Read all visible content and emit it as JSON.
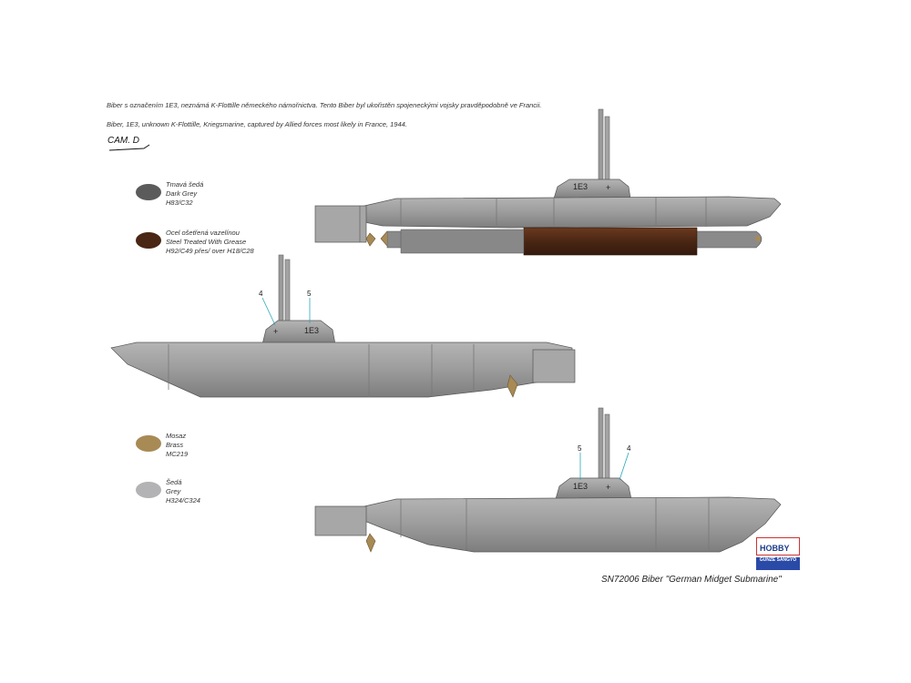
{
  "captions": {
    "czech": "Biber s označením 1E3, neznámá K-Flottille německého námořnictva. Tento Biber byl ukořistěn spojeneckými vojsky pravděpodobně ve Francii.",
    "english": "Biber, 1E3, unknown K-Flottille, Kriegsmarine, captured by Allied forces most likely in France, 1944."
  },
  "camo_label": "CAM. D",
  "colors": [
    {
      "lines": [
        "Tmavá šedá",
        "Dark Grey",
        "H83/C32"
      ],
      "hex": "#5b5b5b"
    },
    {
      "lines": [
        "Ocel ošetřená vazelínou",
        "Steel Treated With Grease",
        "H92/C49 přes/ over H18/C28"
      ],
      "hex": "#4a2614"
    },
    {
      "lines": [
        "Mosaz",
        "Brass",
        "MC219"
      ],
      "hex": "#a88a55"
    },
    {
      "lines": [
        "Šedá",
        "Grey",
        "H324/C324"
      ],
      "hex": "#b3b3b5"
    }
  ],
  "hull_marking": "1E3",
  "callouts": {
    "a": "4",
    "b": "5"
  },
  "footer": "SN72006 Biber \"German Midget Submarine\"",
  "logo": {
    "top": "HOBBY",
    "bottom": "GUNZE SANGYO"
  }
}
